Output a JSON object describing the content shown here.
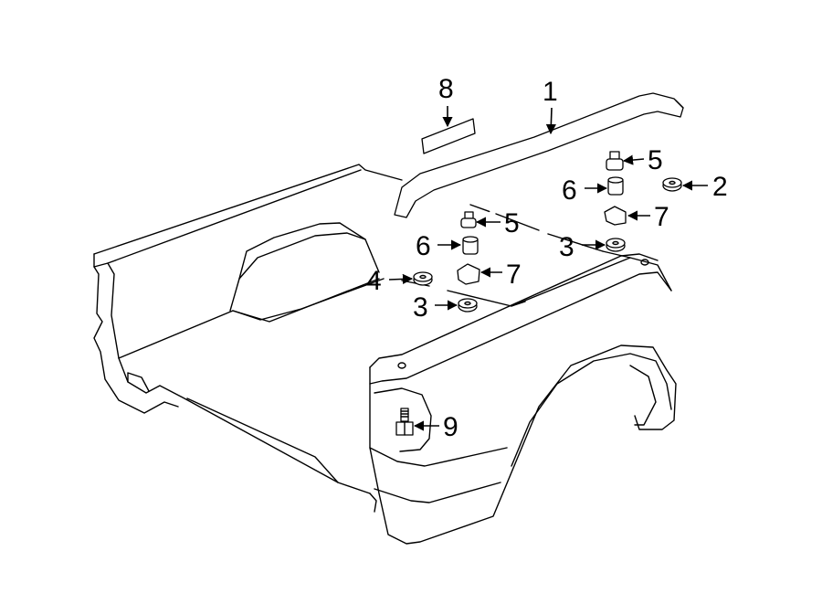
{
  "callouts": [
    {
      "id": "c1",
      "label": "1"
    },
    {
      "id": "c2",
      "label": "2"
    },
    {
      "id": "c3a",
      "label": "3"
    },
    {
      "id": "c3b",
      "label": "3"
    },
    {
      "id": "c4",
      "label": "4"
    },
    {
      "id": "c5a",
      "label": "5"
    },
    {
      "id": "c5b",
      "label": "5"
    },
    {
      "id": "c6a",
      "label": "6"
    },
    {
      "id": "c6b",
      "label": "6"
    },
    {
      "id": "c7a",
      "label": "7"
    },
    {
      "id": "c7b",
      "label": "7"
    },
    {
      "id": "c8",
      "label": "8"
    },
    {
      "id": "c9",
      "label": "9"
    }
  ]
}
